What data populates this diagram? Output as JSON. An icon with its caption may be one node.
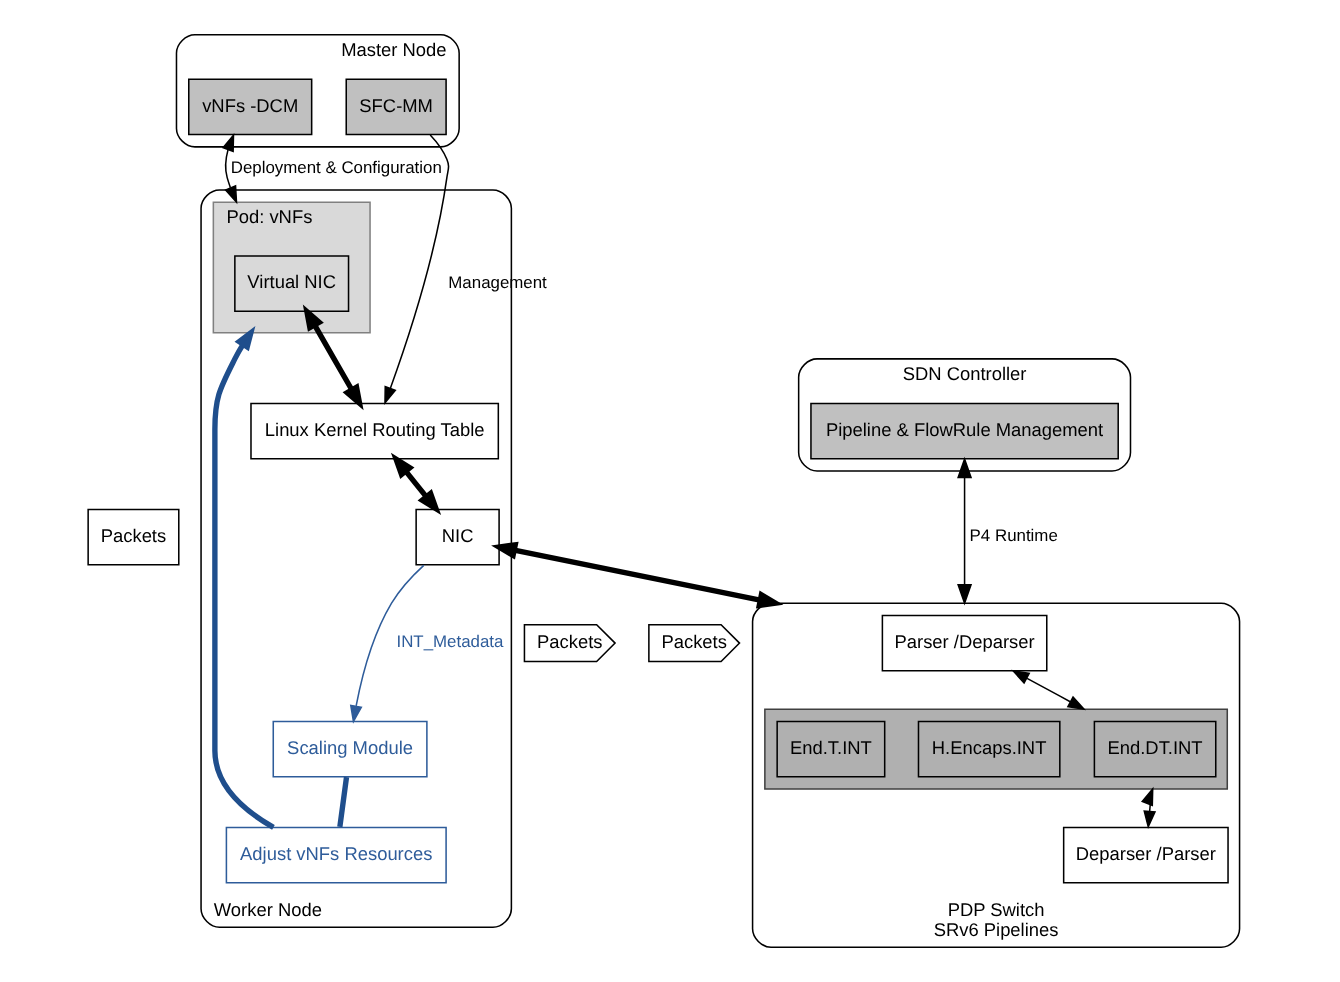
{
  "diagram": {
    "nodes": [
      {
        "text": [
          "Master Node"
        ]
      },
      {
        "text": [
          "SFC-MM"
        ],
        "in": 0
      },
      {
        "text": [
          "vNFs -DCM"
        ],
        "in": 0
      },
      {
        "text": [
          "SDN Controller"
        ]
      },
      {
        "text": [
          "Pipeline & FlowRule Management"
        ],
        "in": 3
      },
      {
        "text": [
          "Worker Node"
        ]
      },
      {
        "text": [
          "Pod: vNFs"
        ],
        "in": 5
      },
      {
        "text": [
          "Virtual NIC"
        ],
        "in": 6
      },
      {
        "text": [
          "Linux Kernel Routing Table"
        ],
        "in": 5
      },
      {
        "text": [
          "Adjust vNFs Resources"
        ],
        "in": 5
      },
      {
        "text": [
          "Scaling Module"
        ],
        "in": 5
      },
      {
        "text": [
          "NIC"
        ],
        "in": 5
      },
      {
        "text": [
          "Packets"
        ]
      },
      {
        "text": [
          "PDP Switch",
          "SRv6 Pipelines"
        ]
      },
      {
        "text": [
          "Parser /Deparser"
        ],
        "in": 13
      },
      {
        "text": [],
        "shape": "box",
        "in": 13
      },
      {
        "text": [
          "End.DT.INT"
        ],
        "in": 15
      },
      {
        "text": [
          "H.Encaps.INT"
        ],
        "in": 15
      },
      {
        "text": [
          "End.T.INT"
        ],
        "in": 15
      },
      {
        "text": [
          "Deparser /Parser"
        ],
        "in": 13
      },
      {
        "text": [
          "Packets"
        ]
      },
      {
        "text": [
          "Packets"
        ]
      }
    ],
    "edges": [
      {
        "from": 1,
        "to": 8,
        "arrow": "to",
        "label": "Management"
      },
      {
        "from": 2,
        "to": 6,
        "arrow": "both",
        "label": "Deployment & Configuration"
      },
      {
        "from": 4,
        "to": 13,
        "arrow": "both",
        "label": "P4 Runtime"
      },
      {
        "from": 7,
        "to": 8,
        "arrow": "both",
        "style": "thick"
      },
      {
        "from": 8,
        "to": 11,
        "arrow": "both",
        "style": "thick"
      },
      {
        "from": 11,
        "to": 10,
        "arrow": "to",
        "label": "INT_Metadata",
        "color": "#2e5c9a"
      },
      {
        "from": 10,
        "to": 9,
        "arrow": "none",
        "style": "thick",
        "color": "#1f4e8c"
      },
      {
        "from": 9,
        "to": 6,
        "arrow": "to",
        "style": "thick",
        "color": "#1f4e8c"
      },
      {
        "from": 11,
        "to": 13,
        "arrow": "both",
        "style": "thick"
      },
      {
        "from": 14,
        "to": 15,
        "arrow": "both"
      },
      {
        "from": 15,
        "to": 19,
        "arrow": "both"
      }
    ]
  }
}
